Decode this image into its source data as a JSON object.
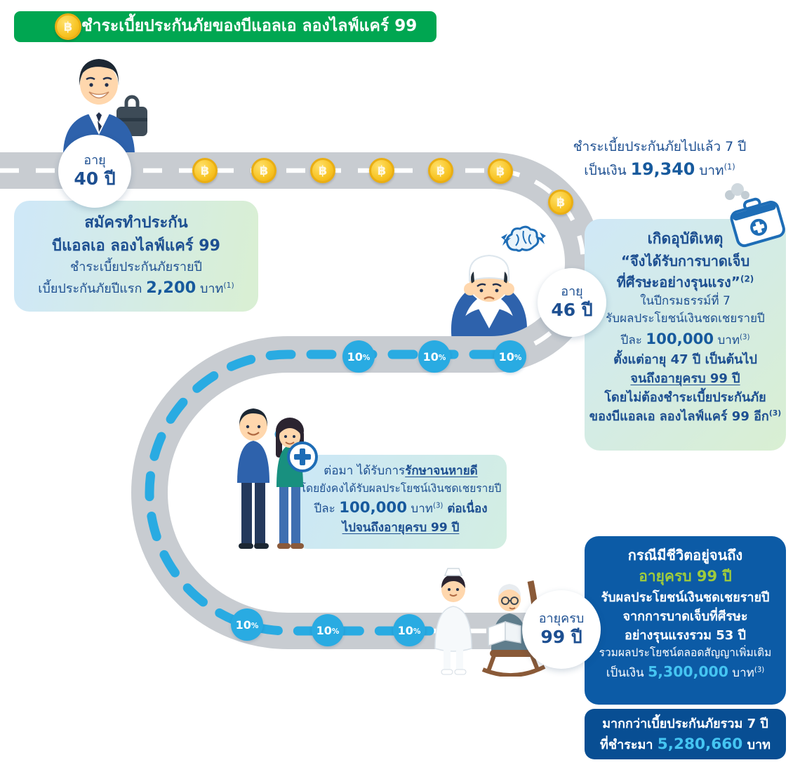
{
  "colors": {
    "header_green": "#00a651",
    "road_gray": "#c8ccd1",
    "accent_blue": "#29abe2",
    "text_dark_blue": "#1d4f91",
    "number_blue": "#175a9d",
    "cyan_highlight": "#45c5f2",
    "green_highlight": "#9fcb3d",
    "coin_gold": "#f7c322",
    "dark_box_blue": "#0c5ba6",
    "darker_box_blue": "#084e93"
  },
  "header": {
    "title": "ชำระเบี้ยประกันภัยของบีแอลเอ ลองไลฟ์แคร์ 99",
    "baht_symbol": "฿"
  },
  "road": {
    "baht_symbol": "฿",
    "percent_value": "10",
    "percent_sign": "%"
  },
  "milestones": {
    "age40": {
      "line1": "อายุ",
      "line2": "40 ปี"
    },
    "age46": {
      "line1": "อายุ",
      "line2": "46 ปี"
    },
    "age99": {
      "line1": "อายุครบ",
      "line2": "99 ปี"
    }
  },
  "paid_note": {
    "line1": "ชำระเบี้ยประกันภัยไปแล้ว 7 ปี",
    "line2_prefix": "เป็นเงิน ",
    "amount": "19,340",
    "line2_suffix": " บาท",
    "sup": "(1)"
  },
  "signup_box": {
    "line1": "สมัครทำประกัน",
    "line2": "บีแอลเอ ลองไลฟ์แคร์ 99",
    "line3": "ชำระเบี้ยประกันภัยรายปี",
    "line4_prefix": "เบี้ยประกันภัยปีแรก ",
    "amount": "2,200",
    "line4_suffix": " บาท",
    "sup": "(1)"
  },
  "accident_box": {
    "line1": "เกิดอุบัติเหตุ",
    "line2": "“จึงได้รับการบาดเจ็บ",
    "line3": "ที่ศีรษะอย่างรุนแรง”",
    "line3_sup": "(2)",
    "line4": "ในปีกรมธรรม์ที่ 7",
    "line5": "รับผลประโยชน์เงินชดเชยรายปี",
    "line6_prefix": "ปีละ ",
    "amount": "100,000",
    "line6_suffix": " บาท",
    "line6_sup": "(3)",
    "line7": "ตั้งแต่อายุ 47 ปี เป็นต้นไป",
    "line8": "จนถึงอายุครบ 99 ปี",
    "line9": "โดยไม่ต้องชำระเบี้ยประกันภัย",
    "line10": "ของบีแอลเอ ลองไลฟ์แคร์ 99 อีก",
    "line10_sup": "(3)"
  },
  "recovery_box": {
    "line1_prefix": "ต่อมา ได้รับการ",
    "line1_underline": "รักษาจนหายดี",
    "line2": "โดยยังคงได้รับผลประโยชน์เงินชดเชยรายปี",
    "line3_prefix": "ปีละ ",
    "amount": "100,000",
    "line3_mid": " บาท",
    "line3_sup": "(3)",
    "line3_suffix": " ต่อเนื่อง",
    "line4": "ไปจนถึงอายุครบ 99 ปี"
  },
  "benefit_box": {
    "line1": "กรณีมีชีวิตอยู่จนถึง",
    "line2": "อายุครบ 99 ปี",
    "line3": "รับผลประโยชน์เงินชดเชยรายปี",
    "line4": "จากการบาดเจ็บที่ศีรษะ",
    "line5": "อย่างรุนแรงรวม 53 ปี",
    "line6": "รวมผลประโยชน์ตลอดสัญญาเพิ่มเติม",
    "line7_prefix": "เป็นเงิน ",
    "amount": "5,300,000",
    "line7_suffix": " บาท",
    "sup": "(3)"
  },
  "compare_box": {
    "line1": "มากกว่าเบี้ยประกันภัยรวม 7 ปี",
    "line2_prefix": "ที่ชำระมา ",
    "amount": "5,280,660",
    "line2_suffix": " บาท"
  }
}
